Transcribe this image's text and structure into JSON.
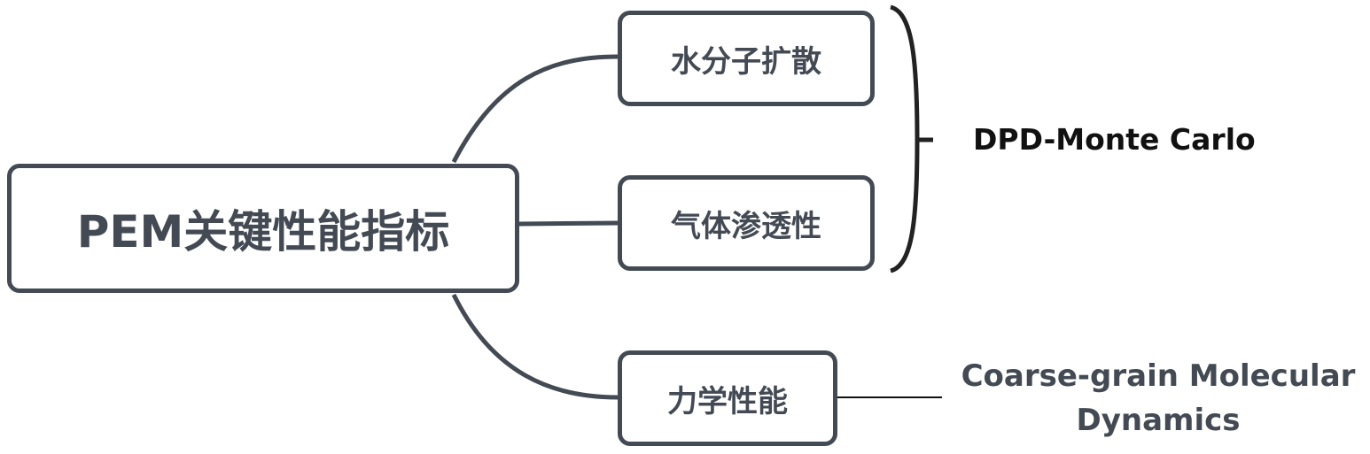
{
  "root": {
    "label": "PEM关键性能指标"
  },
  "children": [
    {
      "label": "水分子扩散"
    },
    {
      "label": "气体渗透性"
    },
    {
      "label": "力学性能"
    }
  ],
  "annotations": {
    "dpd": {
      "label": "DPD-Monte Carlo"
    },
    "cgmd": {
      "line1": "Coarse-grain Molecular",
      "line2": "Dynamics"
    }
  },
  "colors": {
    "stroke": "#434a54",
    "text": "#434a54",
    "annotation_dark": "#111111"
  }
}
